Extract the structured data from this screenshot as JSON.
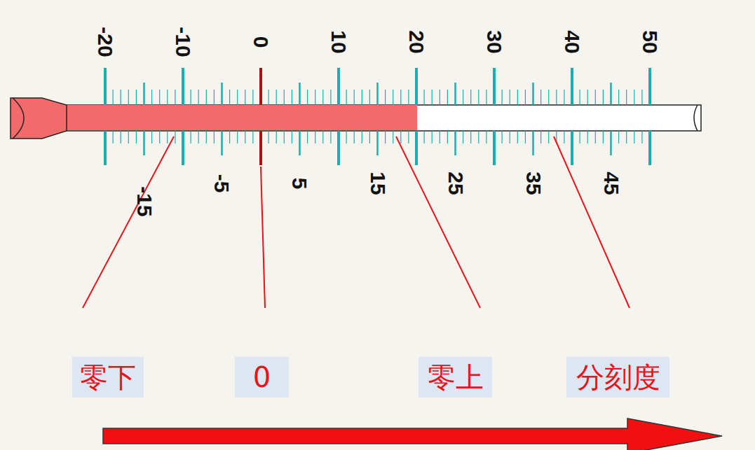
{
  "diagram": {
    "nodes": [
      {
        "text": [
          "零下"
        ]
      },
      {
        "text": [
          "0"
        ]
      },
      {
        "text": [
          "零上"
        ]
      },
      {
        "text": [
          "分刻度"
        ]
      }
    ],
    "labels": [
      "-20",
      "-10",
      "0",
      "10",
      "20",
      "30",
      "40",
      "50",
      "-15",
      "-5",
      "5",
      "15",
      "25",
      "35",
      "45"
    ]
  }
}
